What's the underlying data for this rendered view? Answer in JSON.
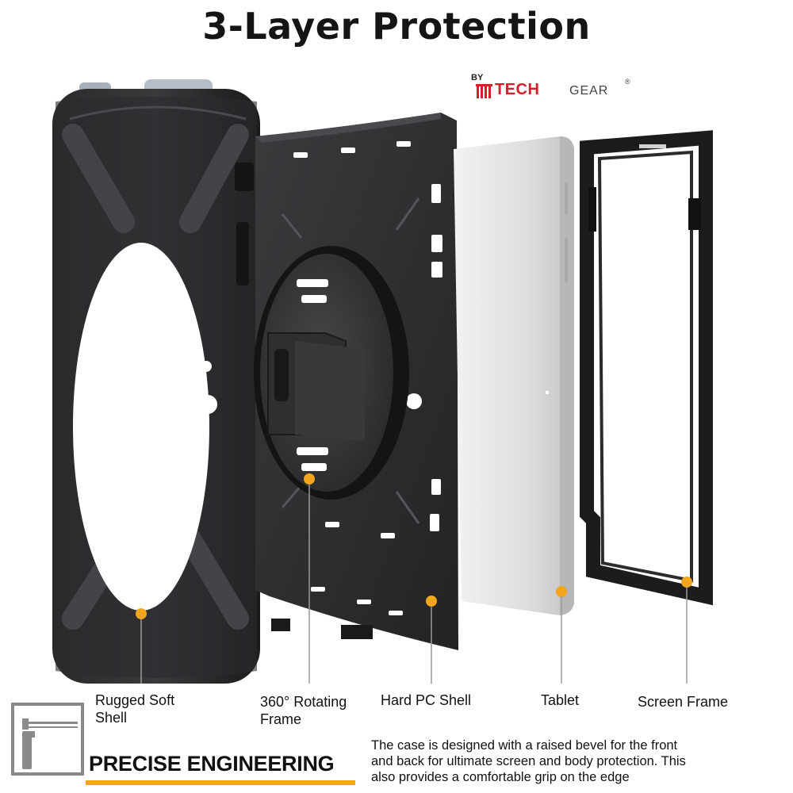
{
  "title": "3-Layer Protection",
  "brand": {
    "by": "BY",
    "tech": "TECH",
    "gear": "GEAR",
    "registered": "®"
  },
  "layers": [
    {
      "lines": [
        "Rugged Soft",
        "Shell"
      ]
    },
    {
      "lines": [
        "360° Rotating",
        "Frame"
      ]
    },
    {
      "lines": [
        "Hard PC Shell"
      ]
    },
    {
      "lines": [
        "Tablet"
      ]
    },
    {
      "lines": [
        "Screen Frame"
      ]
    }
  ],
  "engineering": {
    "title": "PRECISE ENGINEERING",
    "description_lines": [
      "The case is designed with a raised bevel for the front",
      "and back for ultimate screen and body protection. This",
      "also provides a comfortable grip on the edge"
    ]
  },
  "colors": {
    "accent": "#f2a51d",
    "brand_red": "#d0212a",
    "case_black": "#1c1c1e",
    "tablet_silver": "#dcdcdc"
  }
}
